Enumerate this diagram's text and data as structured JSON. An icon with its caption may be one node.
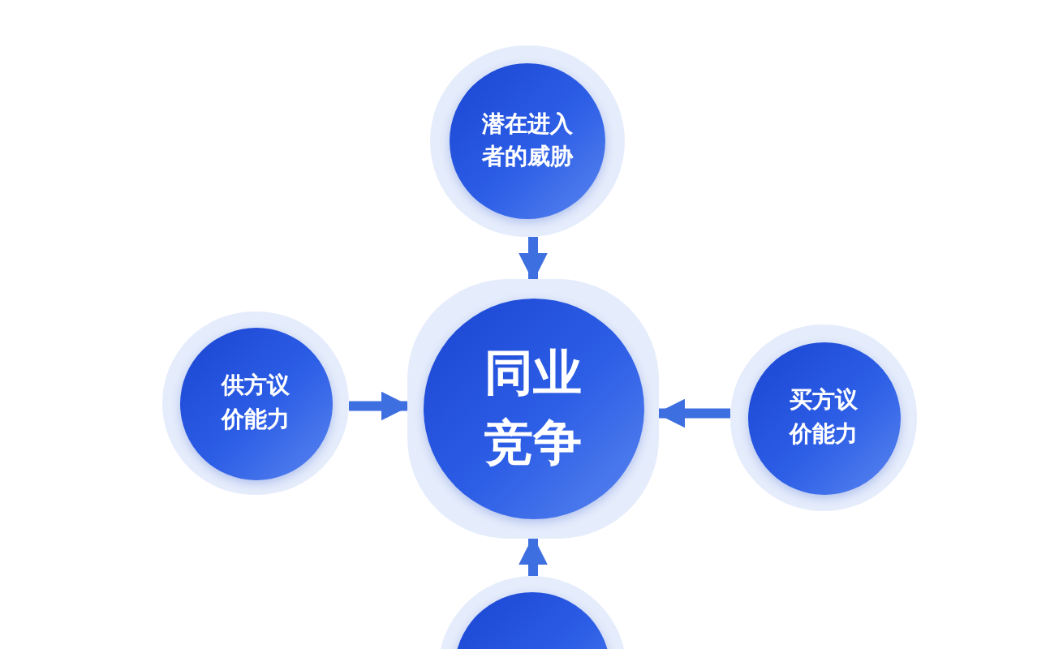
{
  "diagram": {
    "nodes": [
      {
        "text": [
          "潜在进入者的威胁"
        ]
      },
      {
        "text": [
          "供方议价能力"
        ]
      },
      {
        "text": [
          "同业竞争"
        ]
      },
      {
        "text": [
          "买方议价能力"
        ]
      },
      {
        "text": [],
        "shape": "circle"
      }
    ],
    "edges": [
      {
        "from": 0,
        "to": 2,
        "arrow": "to"
      },
      {
        "from": 1,
        "to": 2,
        "arrow": "to"
      },
      {
        "from": 3,
        "to": 2,
        "arrow": "to"
      },
      {
        "from": 4,
        "to": 2,
        "arrow": "to"
      }
    ]
  }
}
